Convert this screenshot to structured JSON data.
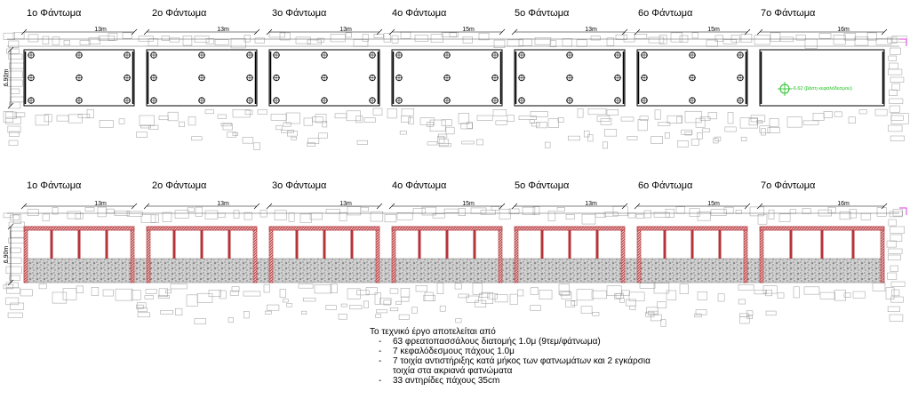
{
  "panels": [
    {
      "title": "1ο Φάντωμα",
      "dim": "13m"
    },
    {
      "title": "2ο Φάντωμα",
      "dim": "13m"
    },
    {
      "title": "3ο Φάντωμα",
      "dim": "13m"
    },
    {
      "title": "4ο Φάντωμα",
      "dim": "15m"
    },
    {
      "title": "5ο Φάντωμα",
      "dim": "13m"
    },
    {
      "title": "6ο Φάντωμα",
      "dim": "15m"
    },
    {
      "title": "7ο Φάντωμα",
      "dim": "16m"
    }
  ],
  "left_dim": "6.90m",
  "annotation": "-6.62 (βάση κεφαλόδεσμου)",
  "colors": {
    "wall": "#b5343a",
    "gravel": "#c9c9c9",
    "marker": "#1fbf1f",
    "ruins": "#9a9a9a",
    "corner": "#e040e0"
  },
  "notes": {
    "intro": "Το τεχνικό έργο αποτελείται από",
    "items": [
      "63 φρεατοπασσάλους διατομής 1.0μ (9τεμ/φάτνωμα)",
      "7 κεφαλόδεσμους πάχους 1.0μ",
      "7 τοιχία αντιστήριξης κατά μήκος των φατνωμάτων και 2 εγκάρσια τοιχία στα ακριανά φατνώματα",
      "33 αντηρίδες πάχους 35cm"
    ]
  }
}
